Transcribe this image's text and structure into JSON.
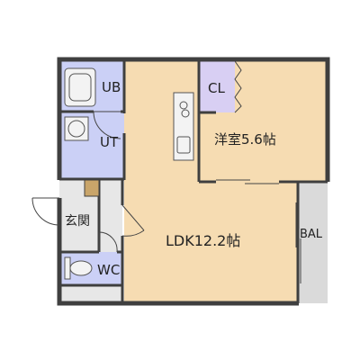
{
  "rooms": {
    "ub": "UB",
    "ut": "UT",
    "cl": "CL",
    "western": "洋室5.6帖",
    "entrance": "玄関",
    "ldk": "LDK12.2帖",
    "wc": "WC",
    "bal": "BAL"
  },
  "colors": {
    "wall": "#3f3f3f",
    "living_floor": "#f6dcb2",
    "wet_area": "#cbd0f6",
    "closet": "#d8cff3",
    "entrance_floor": "#e7e7e7",
    "balcony": "#dadada",
    "fixture": "#f3f3f3"
  }
}
